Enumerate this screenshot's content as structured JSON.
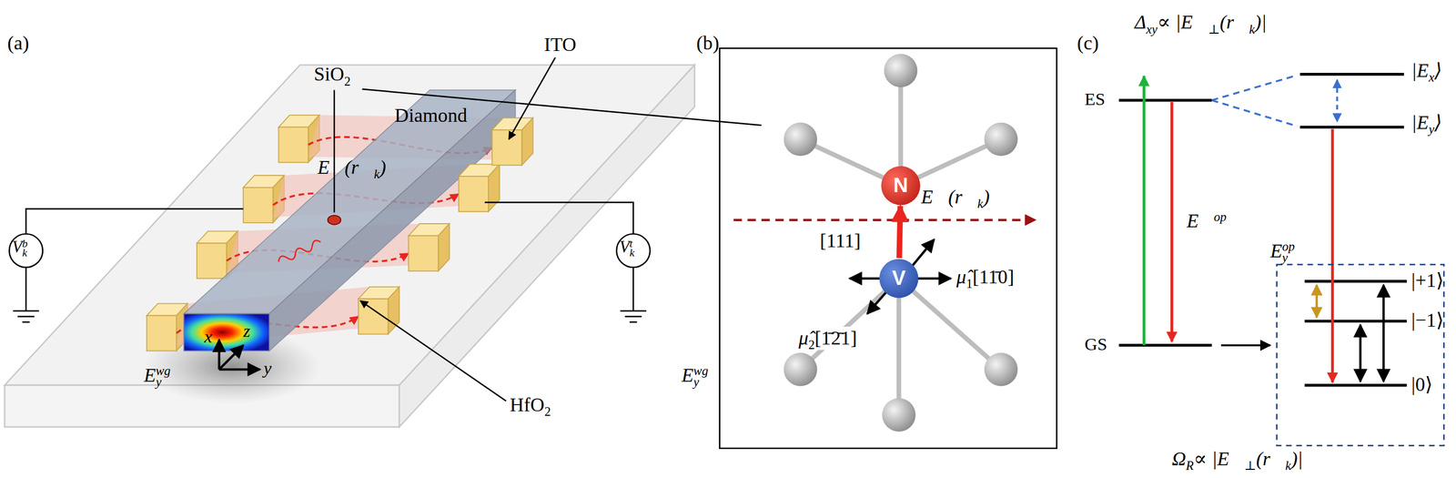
{
  "diagram": {
    "nodes": [
      {
        "text": [
          "N"
        ]
      },
      {
        "text": [
          "V"
        ]
      }
    ],
    "edges": [
      {
        "from": 1,
        "to": 0,
        "arrow": "to"
      }
    ],
    "labels": [
      "(a)",
      "ITO",
      "SiO",
      "2",
      "Diamond",
      "E⃗(r⃗",
      "k",
      ")",
      "V",
      "k",
      "b",
      "V",
      "k",
      "t",
      "x",
      "y",
      "z",
      "E",
      "y",
      "wg",
      "HfO",
      "2",
      "(b)",
      "E⃗(r⃗",
      "k",
      ")",
      "[111]",
      "μ̂",
      "1",
      "[11̄0]",
      "μ̂",
      "2",
      "[1̄2̄1]",
      "E",
      "y",
      "wg",
      "(c)",
      "Δ",
      "xy",
      "∝ |E⃗",
      "⊥",
      "(r⃗",
      "k",
      ")|",
      "ES",
      "GS",
      "|E",
      "x",
      "⟩",
      "|E",
      "y",
      "⟩",
      "E⃗",
      "op",
      "E",
      "y",
      "op",
      "|+1⟩",
      "|−1⟩",
      "|0⟩",
      "Ω",
      "R",
      "∝ |E⃗",
      "⊥",
      "(r⃗",
      "k",
      ")|"
    ]
  }
}
